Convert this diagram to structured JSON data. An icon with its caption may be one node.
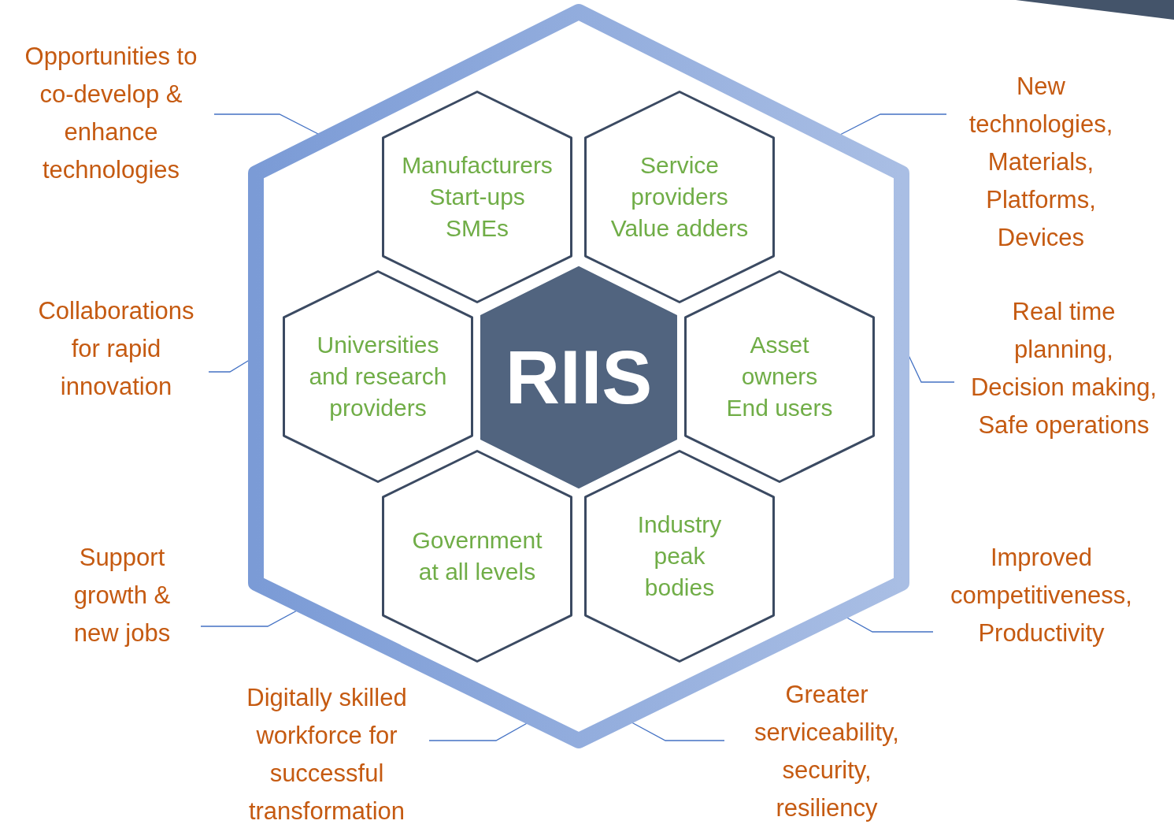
{
  "diagram": {
    "nodes": [
      {
        "text": [],
        "shape": "hexagon"
      },
      {
        "text": [
          "Manufacturers",
          "Start-ups",
          "SMEs"
        ],
        "in": 0
      },
      {
        "text": [
          "Service providers",
          "Value adders"
        ],
        "in": 0
      },
      {
        "text": [
          "Universities and research providers"
        ],
        "in": 0
      },
      {
        "text": [
          "RIIS"
        ],
        "in": 0
      },
      {
        "text": [
          "Asset owners",
          "End users"
        ],
        "in": 0
      },
      {
        "text": [
          "Government at all levels"
        ],
        "in": 0
      },
      {
        "text": [
          "Industry peak bodies"
        ],
        "in": 0
      },
      {
        "text": [
          "Opportunities to co-develop & enhance technologies"
        ]
      },
      {
        "text": [
          "New technologies, Materials, Platforms, Devices"
        ]
      },
      {
        "text": [
          "Collaborations for rapid innovation"
        ]
      },
      {
        "text": [
          "Real time planning, Decision making, Safe operations"
        ]
      },
      {
        "text": [
          "Support growth & new jobs"
        ]
      },
      {
        "text": [
          "Improved competitiveness, Productivity"
        ]
      },
      {
        "text": [
          "Digitally skilled workforce for successful transformation"
        ]
      },
      {
        "text": [
          "Greater serviceability, security, resiliency"
        ]
      }
    ],
    "edges": [
      {
        "from": 8,
        "to": 0,
        "arrow": "none"
      },
      {
        "from": 9,
        "to": 0,
        "arrow": "none"
      },
      {
        "from": 10,
        "to": 0,
        "arrow": "none"
      },
      {
        "from": 11,
        "to": 0,
        "arrow": "none"
      },
      {
        "from": 12,
        "to": 0,
        "arrow": "none"
      },
      {
        "from": 13,
        "to": 0,
        "arrow": "none"
      },
      {
        "from": 14,
        "to": 0,
        "arrow": "none"
      },
      {
        "from": 15,
        "to": 0,
        "arrow": "none"
      }
    ]
  }
}
